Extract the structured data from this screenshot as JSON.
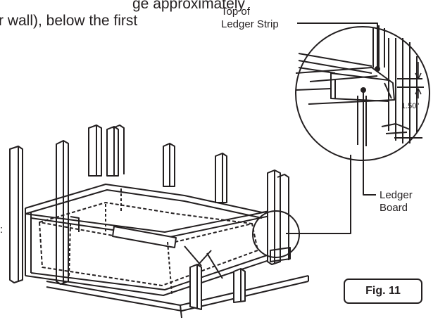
{
  "instruction_text": {
    "line1": "ge approximately",
    "line2": "r wall), below the first"
  },
  "callouts": {
    "top_of_ledger_strip_line1": "Top of",
    "top_of_ledger_strip_line2": "Ledger Strip",
    "ledger_board_line1": "Ledger",
    "ledger_board_line2": "Board",
    "dimension": "1.50\""
  },
  "figure_label": "Fig. 11",
  "margin_char": ":"
}
